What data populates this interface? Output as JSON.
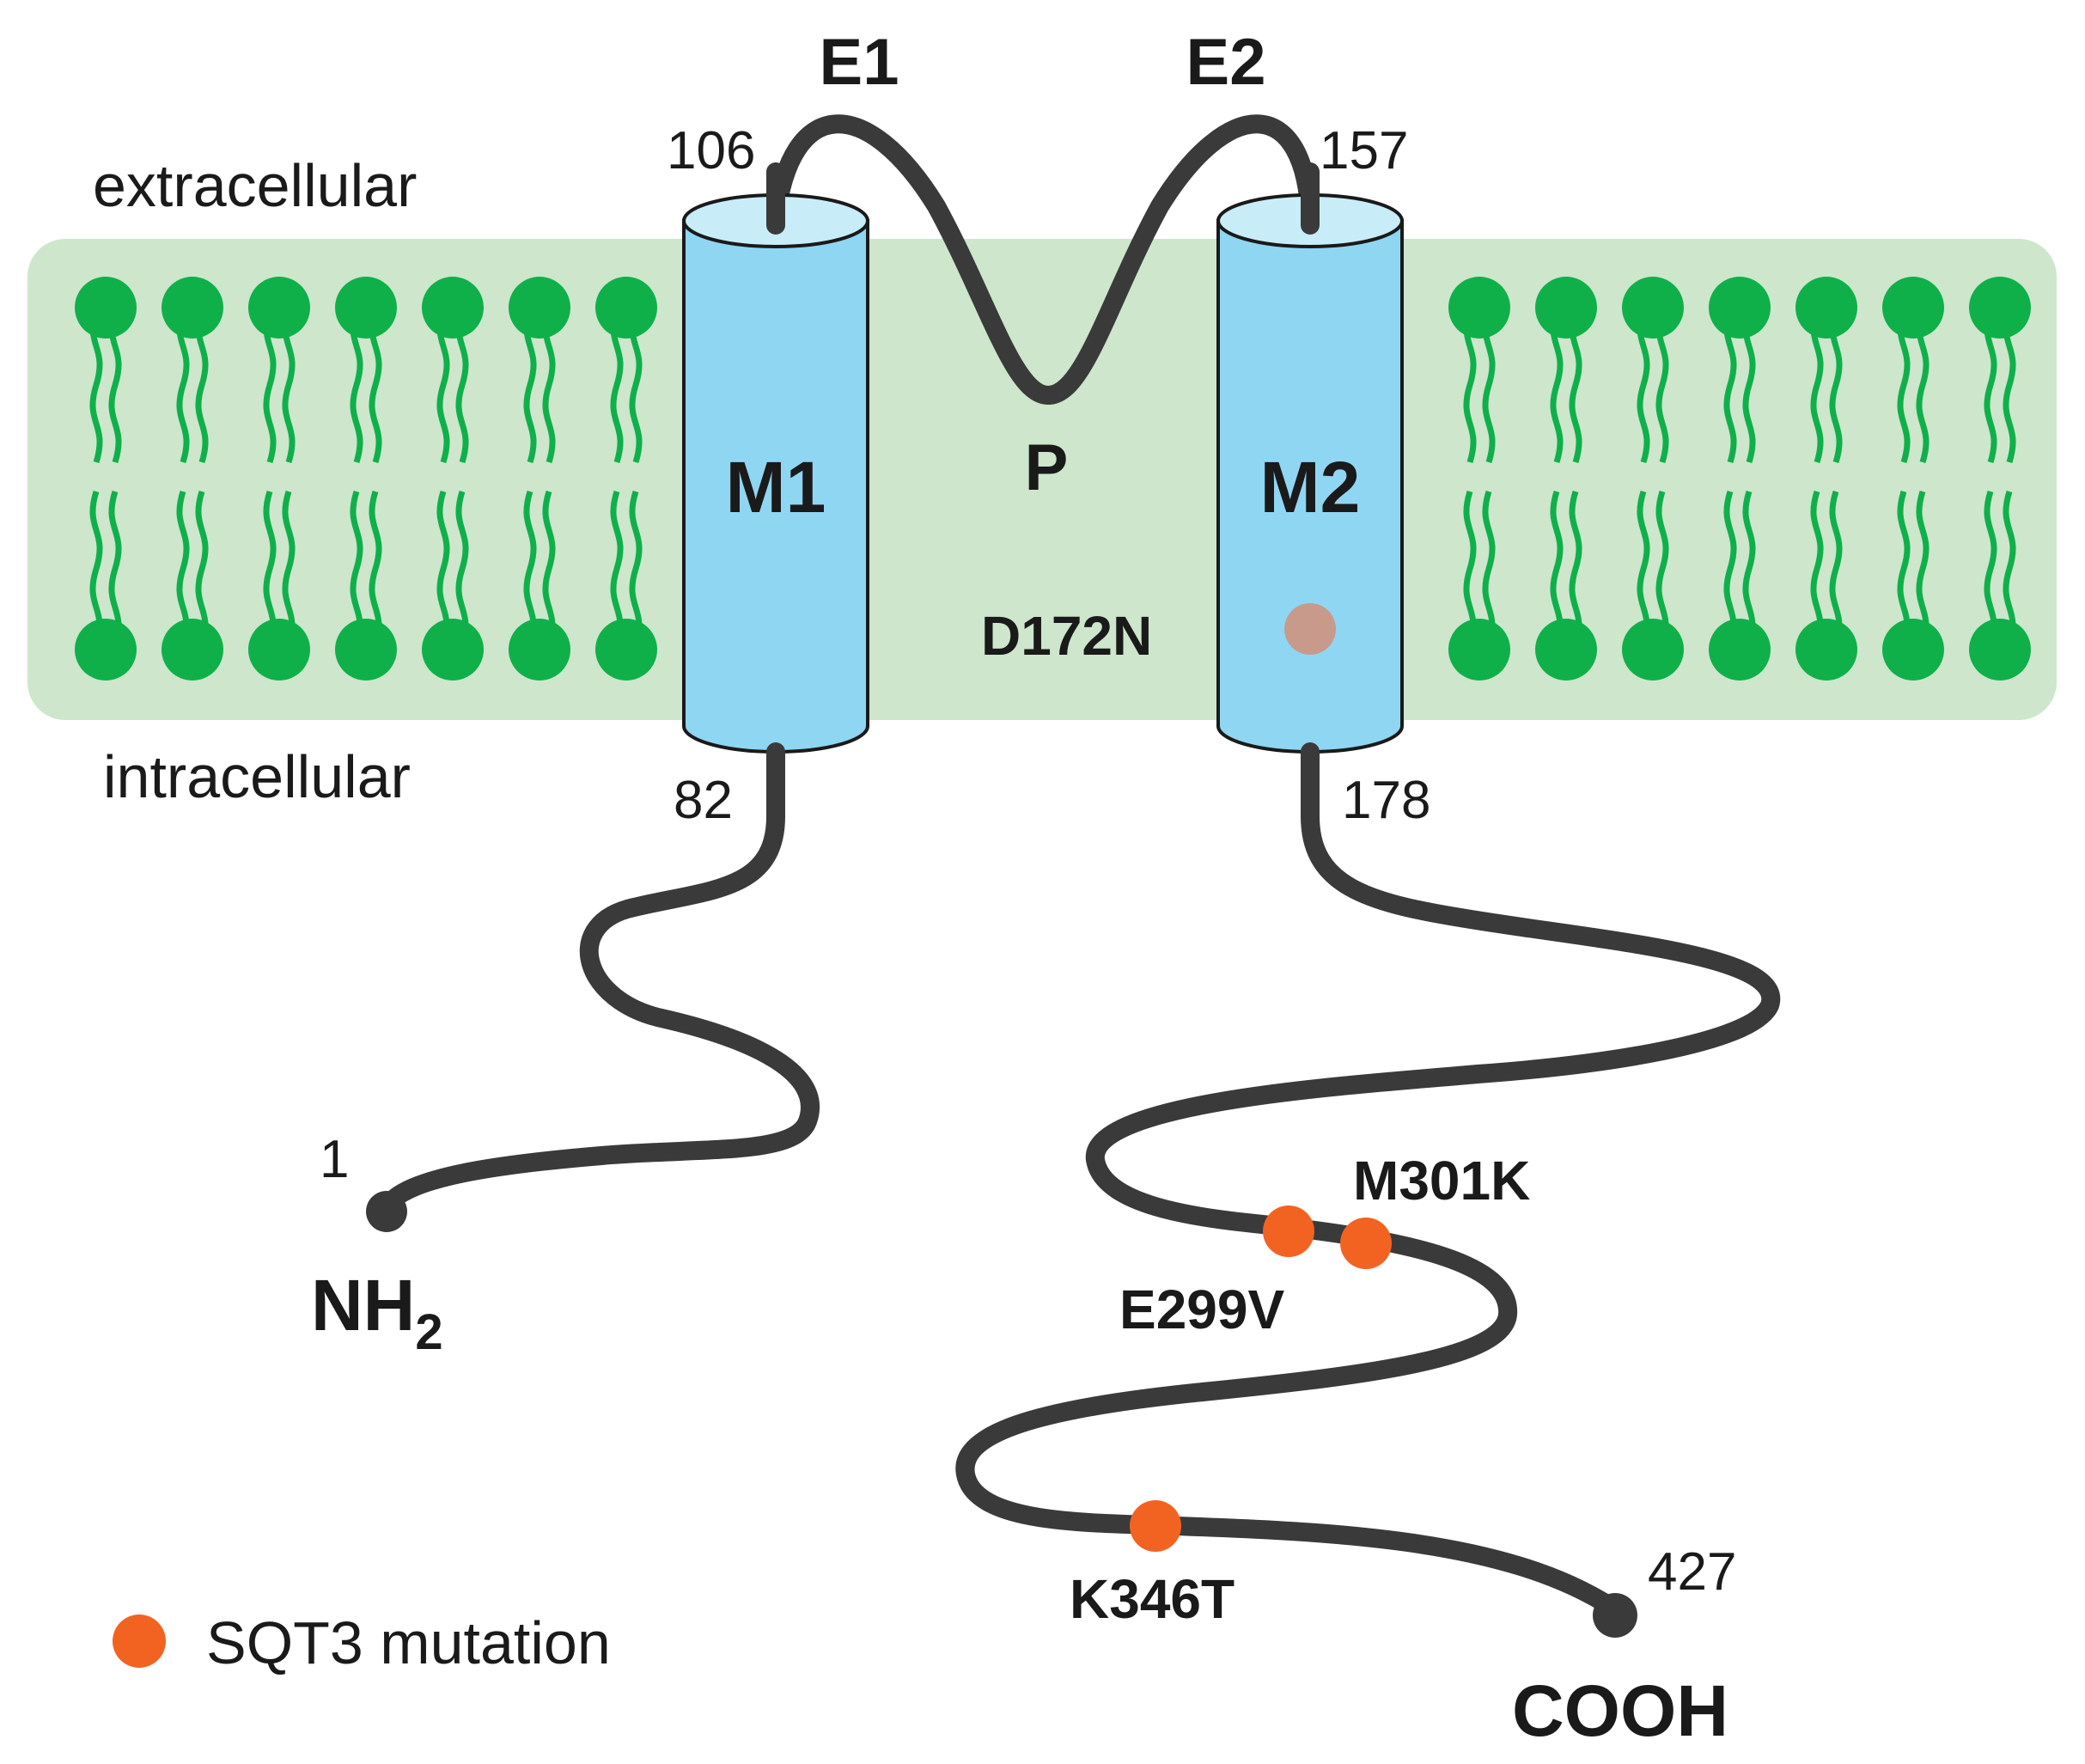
{
  "regions": {
    "extracellular": "extracellular",
    "intracellular": "intracellular"
  },
  "loops": {
    "e1": "E1",
    "e2": "E2",
    "p": "P"
  },
  "helices": {
    "m1": "M1",
    "m2": "M2"
  },
  "residues": {
    "r1": "1",
    "r82": "82",
    "r106": "106",
    "r157": "157",
    "r178": "178",
    "r427": "427"
  },
  "termini": {
    "n_main": "NH",
    "n_sub": "2",
    "c": "COOH"
  },
  "mutations": {
    "d172n": "D172N",
    "e299v": "E299V",
    "m301k": "M301K",
    "k346t": "K346T"
  },
  "legend": {
    "label": "SQT3 mutation"
  },
  "colors": {
    "membrane": "#cde6cc",
    "lipid": "#0fb04a",
    "helix_body": "#8fd6f3",
    "helix_top": "#c9ecf9",
    "chain": "#3a3a3a",
    "mutation": "#f26322",
    "d172n_dot": "#c89a8c"
  }
}
